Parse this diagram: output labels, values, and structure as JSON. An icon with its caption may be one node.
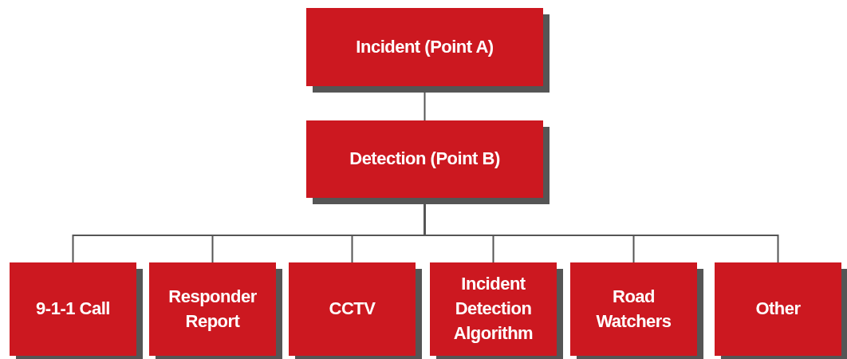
{
  "diagram": {
    "nodes": [
      {
        "text": [
          "Incident (Point A)"
        ]
      },
      {
        "text": [
          "Detection (Point B)"
        ]
      },
      {
        "text": [
          "9-1-1 Call"
        ]
      },
      {
        "text": [
          "Responder Report"
        ]
      },
      {
        "text": [
          "CCTV"
        ]
      },
      {
        "text": [
          "Incident Detection Algorithm"
        ]
      },
      {
        "text": [
          "Road Watchers"
        ]
      },
      {
        "text": [
          "Other"
        ]
      }
    ],
    "edges": [
      {
        "from": 0,
        "to": 1,
        "arrow": "none"
      },
      {
        "from": 1,
        "to": 2,
        "arrow": "none"
      },
      {
        "from": 1,
        "to": 3,
        "arrow": "none"
      },
      {
        "from": 1,
        "to": 4,
        "arrow": "none"
      },
      {
        "from": 1,
        "to": 5,
        "arrow": "none"
      },
      {
        "from": 1,
        "to": 6,
        "arrow": "none"
      },
      {
        "from": 1,
        "to": 7,
        "arrow": "none"
      }
    ]
  }
}
